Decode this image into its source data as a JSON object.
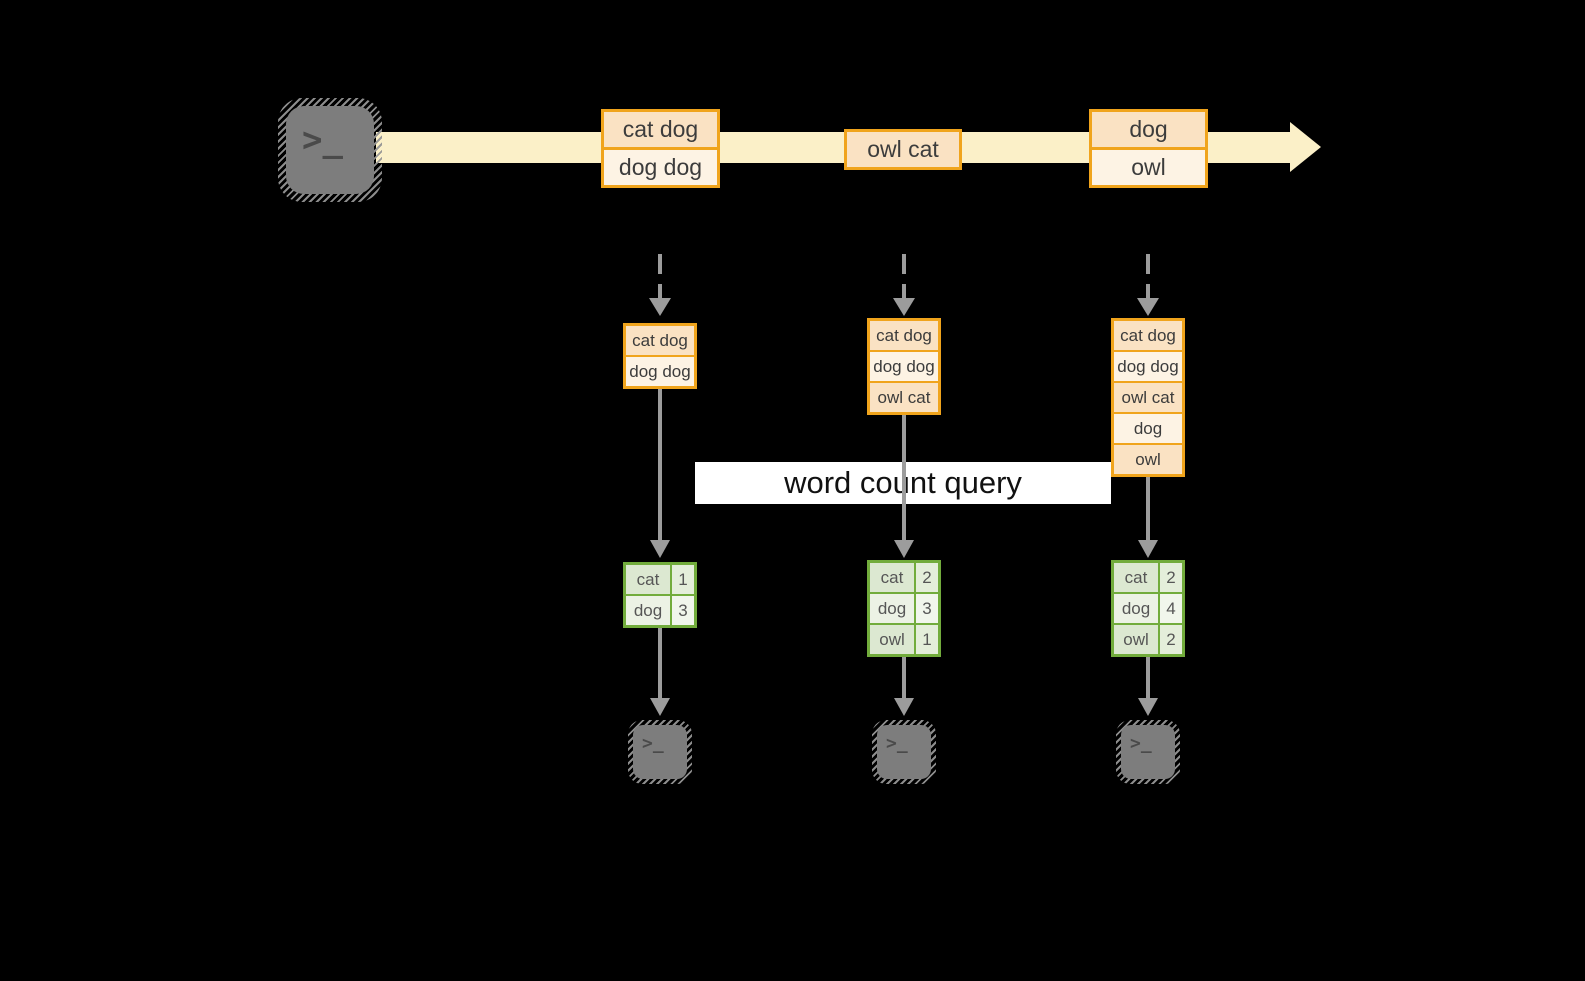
{
  "colors": {
    "band": "#FBF0C8",
    "orange": "#F0A41C",
    "peach_dark": "#FAE2C3",
    "peach_light": "#FDF3E4",
    "green": "#72AC3C",
    "green_word_dark": "#DCE8D1",
    "green_word_light": "#ECF2E5",
    "green_num_dark": "#E4EEDA",
    "green_num_light": "#F1F6EC",
    "arrow": "#9C9C9C",
    "icon_fill": "#7D7D7D",
    "icon_glyph": "#4A4A4A",
    "box_text": "#3C3C3C",
    "table_text": "#565656",
    "query_bg": "#FFFFFF",
    "query_text": "#111111",
    "background": "#000000"
  },
  "icons": {
    "source": "terminal-icon",
    "sinks": [
      "terminal-icon",
      "terminal-icon",
      "terminal-icon"
    ],
    "terminal_glyph": ">_"
  },
  "stream": {
    "events": [
      {
        "rows": [
          "cat dog",
          "dog dog"
        ]
      },
      {
        "rows": [
          "owl cat"
        ]
      },
      {
        "rows": [
          "dog",
          "owl"
        ]
      }
    ]
  },
  "query": {
    "label": "word count query"
  },
  "columns": [
    {
      "state_rows": [
        "cat dog",
        "dog dog"
      ],
      "counts": [
        [
          "cat",
          "1"
        ],
        [
          "dog",
          "3"
        ]
      ]
    },
    {
      "state_rows": [
        "cat dog",
        "dog dog",
        "owl cat"
      ],
      "counts": [
        [
          "cat",
          "2"
        ],
        [
          "dog",
          "3"
        ],
        [
          "owl",
          "1"
        ]
      ]
    },
    {
      "state_rows": [
        "cat dog",
        "dog dog",
        "owl cat",
        "dog",
        "owl"
      ],
      "counts": [
        [
          "cat",
          "2"
        ],
        [
          "dog",
          "4"
        ],
        [
          "owl",
          "2"
        ]
      ]
    }
  ]
}
